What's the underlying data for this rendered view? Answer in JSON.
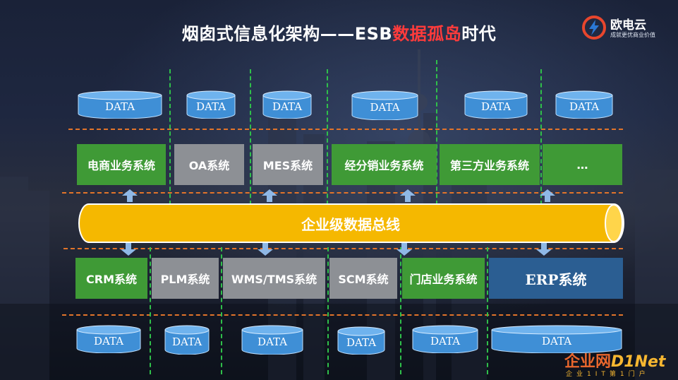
{
  "title": {
    "prefix": "烟囱式信息化架构——ESB",
    "highlight": "数据孤岛",
    "suffix": "时代",
    "highlight_color": "#ff3b3b"
  },
  "logo": {
    "name": "欧电云",
    "slogan": "成就更优商业价值",
    "icon": "lightning-circle-icon"
  },
  "top_databases": [
    "DATA",
    "DATA",
    "DATA",
    "DATA",
    "DATA",
    "DATA"
  ],
  "top_systems": [
    {
      "label": "电商业务系统",
      "color": "green"
    },
    {
      "label": "OA系统",
      "color": "gray"
    },
    {
      "label": "MES系统",
      "color": "gray"
    },
    {
      "label": "经分销业务系统",
      "color": "green"
    },
    {
      "label": "第三方业务系统",
      "color": "green"
    },
    {
      "label": "…",
      "color": "green"
    }
  ],
  "bus": {
    "label": "企业级数据总线",
    "color": "#f5b800"
  },
  "bottom_systems": [
    {
      "label": "CRM系统",
      "color": "green"
    },
    {
      "label": "PLM系统",
      "color": "gray"
    },
    {
      "label": "WMS/TMS系统",
      "color": "gray"
    },
    {
      "label": "SCM系统",
      "color": "gray"
    },
    {
      "label": "门店业务系统",
      "color": "green"
    },
    {
      "label": "ERP系统",
      "color": "blue"
    }
  ],
  "bottom_databases": [
    "DATA",
    "DATA",
    "DATA",
    "DATA",
    "DATA",
    "DATA"
  ],
  "watermark": {
    "main_cn": "企业网",
    "main_en": "D1Net",
    "sub": "企业1IT第1门户"
  },
  "colors": {
    "green_box": "#3f9a36",
    "gray_box": "#8d9095",
    "blue_box": "#2b5e92",
    "divider_orange": "#e2742a",
    "divider_green": "#2fbf4a",
    "arrow": "#8fb8e6",
    "db_fill": "#3f8fd6"
  }
}
